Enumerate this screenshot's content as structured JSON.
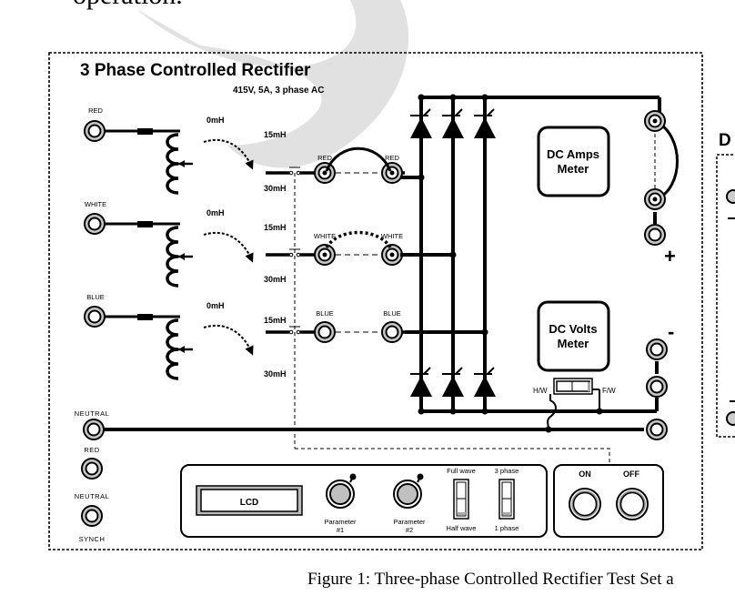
{
  "document": {
    "heading_fragment": "operation.",
    "caption": "Figure 1: Three-phase Controlled Rectifier Test Set a"
  },
  "panel": {
    "title": "3 Phase Controlled Rectifier",
    "rating": "415V, 5A, 3 phase AC"
  },
  "phases": [
    {
      "name": "RED",
      "taps": [
        "0mH",
        "15mH",
        "30mH"
      ],
      "jumper": "solid"
    },
    {
      "name": "WHITE",
      "taps": [
        "0mH",
        "15mH",
        "30mH"
      ],
      "jumper": "dotted"
    },
    {
      "name": "BLUE",
      "taps": [
        "0mH",
        "15mH",
        "30mH"
      ],
      "jumper": "none"
    }
  ],
  "meters": {
    "amps": [
      "DC Amps",
      "Meter"
    ],
    "volts": [
      "DC Volts",
      "Meter"
    ]
  },
  "output": {
    "plus": "+",
    "minus": "-"
  },
  "hw_fw_switch": {
    "left": "H/W",
    "right": "F/W"
  },
  "left_sockets": {
    "neutral": "NEUTRAL",
    "synch_red": "RED",
    "synch_neutral": "NEUTRAL",
    "synch": "SYNCH"
  },
  "control_box": {
    "lcd": "LCD",
    "knob1": [
      "Parameter",
      "#1"
    ],
    "knob2": [
      "Parameter",
      "#2"
    ],
    "switch1": {
      "top": "Full wave",
      "bottom": "Half wave"
    },
    "switch2": {
      "top": "3 phase",
      "bottom": "1 phase"
    }
  },
  "power": {
    "on": "ON",
    "off": "OFF"
  },
  "side_panel": {
    "title_fragment": "D"
  },
  "colors": {
    "line": "#000000",
    "socket_ring": "#c8c8c8",
    "knob": "#c0c0c0",
    "watermark": "#dcdcdc"
  }
}
